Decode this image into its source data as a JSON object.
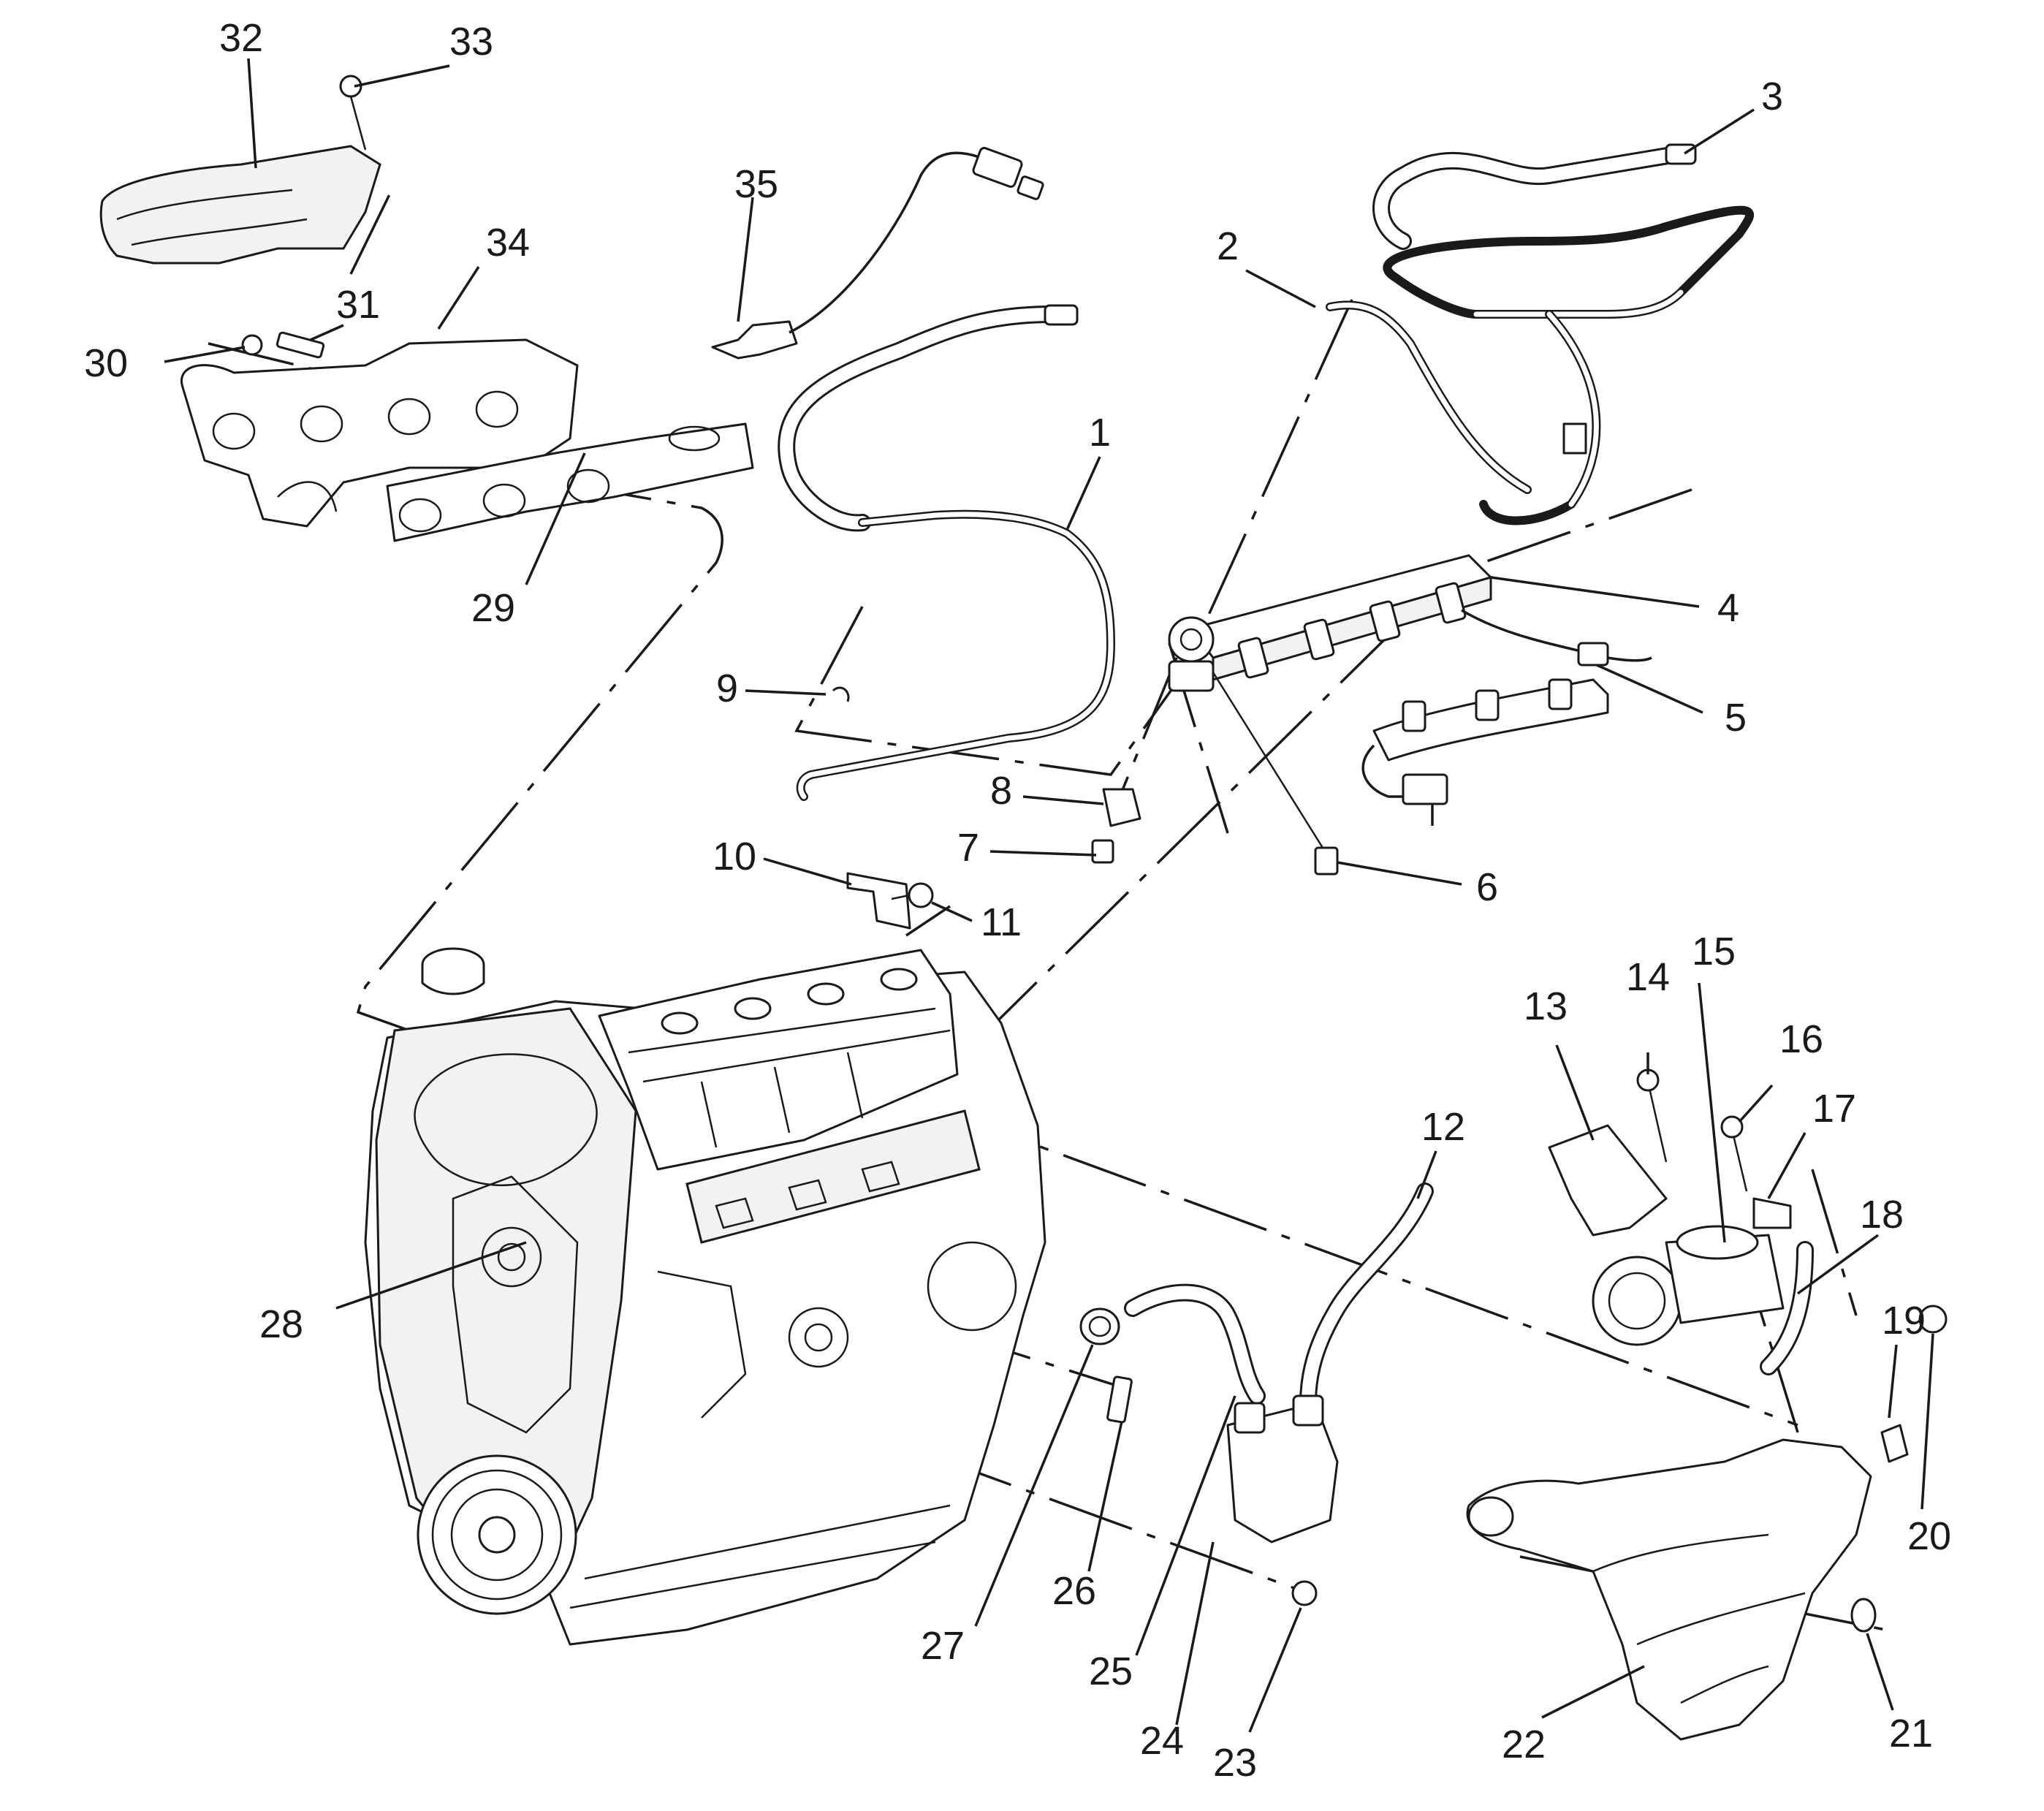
{
  "callouts": {
    "c1": "1",
    "c2": "2",
    "c3": "3",
    "c4": "4",
    "c5": "5",
    "c6": "6",
    "c7": "7",
    "c8": "8",
    "c9": "9",
    "c10": "10",
    "c11": "11",
    "c12": "12",
    "c13": "13",
    "c14": "14",
    "c15": "15",
    "c16": "16",
    "c17": "17",
    "c18": "18",
    "c19": "19",
    "c20": "20",
    "c21": "21",
    "c22": "22",
    "c23": "23",
    "c24": "24",
    "c25": "25",
    "c26": "26",
    "c27": "27",
    "c28": "28",
    "c29": "29",
    "c30": "30",
    "c31": "31",
    "c32": "32",
    "c33": "33",
    "c34": "34",
    "c35": "35"
  },
  "colors": {
    "line": "#1a1a1a",
    "background": "#ffffff"
  }
}
